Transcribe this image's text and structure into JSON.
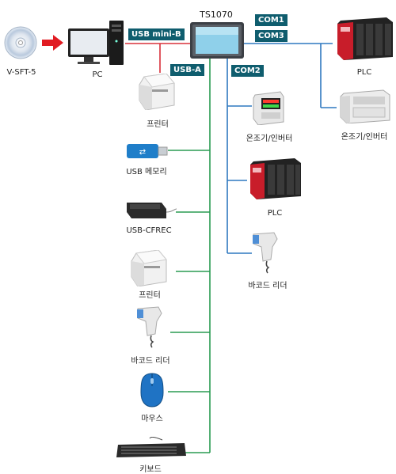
{
  "colors": {
    "usb_a": "#2a9b52",
    "usb_mini_b": "#d9303a",
    "com": "#2f78c0",
    "tag_bg": "#0f5d6e",
    "arrow": "#e11b22"
  },
  "labels": {
    "cd": "V-SFT-5",
    "pc": "PC",
    "hmi": "TS1070",
    "printer_top": "프린터",
    "usb_memory": "USB 메모리",
    "cfrec": "USB-CFREC",
    "printer_mid": "프린터",
    "barcode_left": "바코드 리더",
    "mouse": "마우스",
    "keyboard": "키보드",
    "plc_right": "PLC",
    "temp_inverter_right": "온조기/인버터",
    "temp_inverter_mid": "온조기/인버터",
    "plc_mid": "PLC",
    "barcode_mid": "바코드 리더"
  },
  "tags": {
    "usb_mini_b": "USB mini-B",
    "usb_a": "USB-A",
    "com1": "COM1",
    "com3": "COM3",
    "com2": "COM2"
  },
  "icons": [
    "cd-icon",
    "arrow-icon",
    "pc-icon",
    "hmi-icon",
    "printer-icon",
    "usb-memory-icon",
    "cfrec-icon",
    "barcode-reader-icon",
    "mouse-icon",
    "keyboard-icon",
    "plc-icon",
    "temp-controller-icon"
  ]
}
